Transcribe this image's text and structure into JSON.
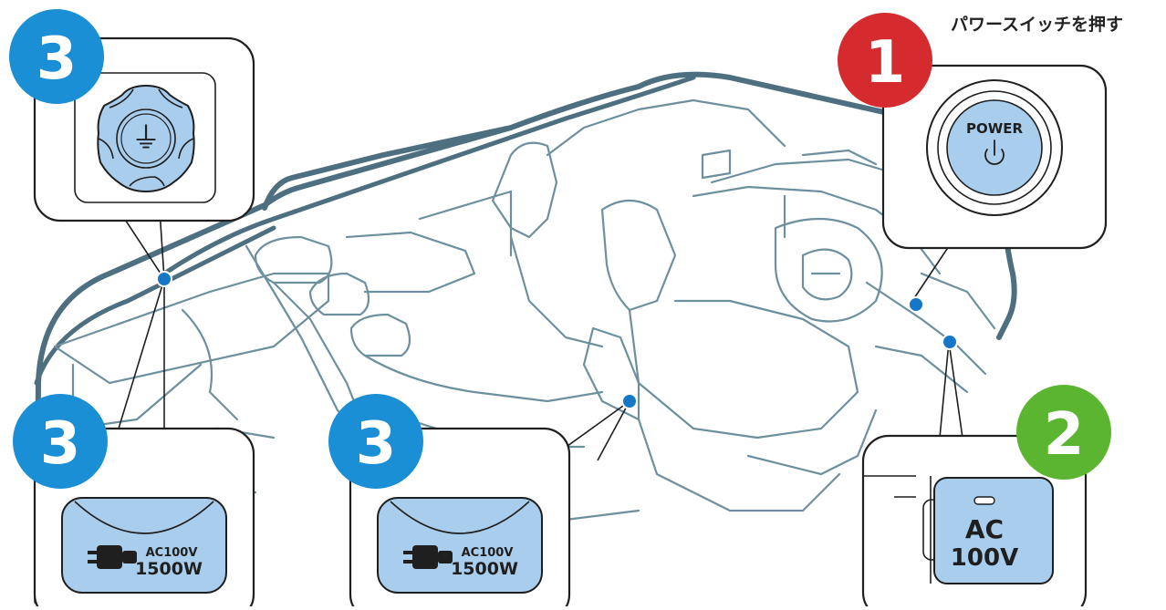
{
  "caption": "パワースイッチを押す",
  "badges": {
    "one": "1",
    "two": "2",
    "three_top_left": "3",
    "three_bottom_left": "3",
    "three_bottom_mid": "3"
  },
  "power_button": {
    "label": "POWER",
    "symbol": "⏻"
  },
  "ac_panel": {
    "line1": "AC",
    "line2": "100V"
  },
  "outlet_left": {
    "rating": "AC100V",
    "wattage": "1500W"
  },
  "outlet_mid": {
    "rating": "AC100V",
    "wattage": "1500W"
  },
  "ground_symbol": "⏚",
  "colors": {
    "badge_red": "#d52b2f",
    "badge_green": "#5cb531",
    "badge_blue": "#1a8fd6",
    "panel_fill": "#a9cdec",
    "car_line": "#4d6f80",
    "dot_blue": "#1677c7"
  }
}
